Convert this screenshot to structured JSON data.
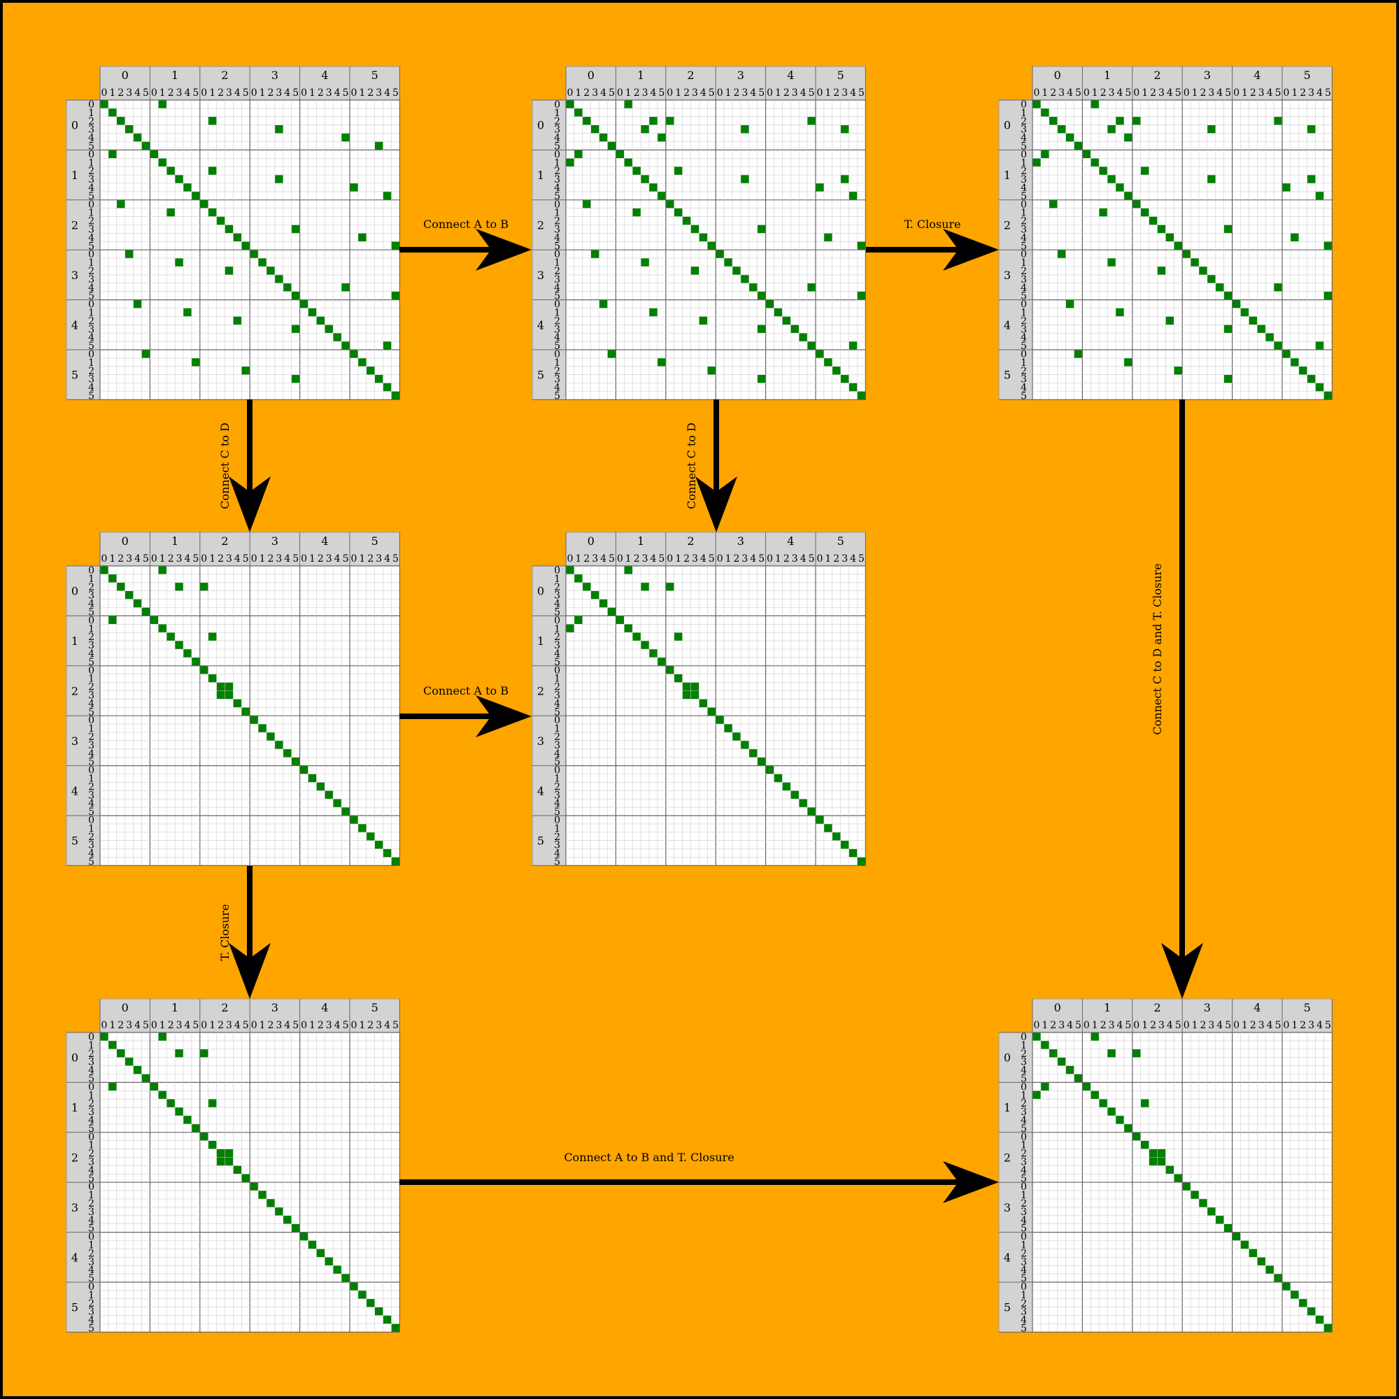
{
  "colors": {
    "background": "#FFA500",
    "border": "#000000",
    "header": "#D3D3D3",
    "filled": "#008000",
    "grid_minor": "#CCCCCC",
    "grid_major": "#666666",
    "arrow": "#000000"
  },
  "matrix_labels": {
    "outer": [
      "0",
      "1",
      "2",
      "3",
      "4",
      "5"
    ],
    "inner": [
      "0",
      "1",
      "2",
      "3",
      "4",
      "5"
    ]
  },
  "matrices": [
    {
      "name": "M1",
      "rows": [
        "100000010000000000000000000000000000",
        "010000000000000000000000000000000000",
        "001000000000010000000000000000000000",
        "000100000000000000000100000000000000",
        "000010000000000000000000000001000000",
        "000001000000000000000000000000000100",
        "010000100000000000000000000000000000",
        "000000010000000000000000000000000000",
        "000000001000010000000000000000000000",
        "000000000100000000000100000000000000",
        "000000000010000000000000000000100000",
        "000000000001000000000000000000000010",
        "001000000000100000000000000000000000",
        "000000001000010000000000000000000000",
        "000000000000001000000000000000000000",
        "000000000000000100000001000000000000",
        "000000000000000010000000000000010000",
        "000000000000000001000000000000000001",
        "000100000000000000100000000000000000",
        "000000000100000000010000000000000000",
        "000000000000000100001000000000000000",
        "000000000000000000000100000000000000",
        "000000000000000000000010000001000000",
        "000000000000000000000001000000000001",
        "000010000000000000000000100000000000",
        "000000000010000000000000010000000000",
        "000000000000000010000000001000000000",
        "000000000000000000000001000100000000",
        "000000000000000000000000000010000000",
        "000000000000000000000000000001000010",
        "000001000000000000000000000000100000",
        "000000000001000000000000000000010000",
        "000000000000000001000000000000001000",
        "000000000000000000000001000000000100",
        "000000000000000000000000000000000010",
        "000000000000000000000000000000000001"
      ]
    },
    {
      "name": "M2",
      "rows": [
        "100000010000000000000000000000000000",
        "010000000000000000000000000000000000",
        "001000000010100000000000000001000000",
        "000100000100000000000100000000000100",
        "000010000001000000000000000000000000",
        "000001000000000000000000000000000000",
        "010000100000000000000000000000000000",
        "100000010000000000000000000000000000",
        "000000001000010000000000000000000000",
        "000000000100000000000100000000000100",
        "000000000010000000000000000000100000",
        "000000000001000000000000000000000010",
        "001000000000100000000000000000000000",
        "000000001000010000000000000000000000",
        "000000000000001000000000000000000000",
        "000000000000000100000001000000000000",
        "000000000000000010000000000000010000",
        "000000000000000001000000000000000001",
        "000100000000000000100000000000000000",
        "000000000100000000010000000000000000",
        "000000000000000100001000000000000000",
        "000000000000000000000100000000000000",
        "000000000000000000000010000001000000",
        "000000000000000000000001000000000001",
        "000010000000000000000000100000000000",
        "000000000010000000000000010000000000",
        "000000000000000010000000001000000000",
        "000000000000000000000001000100000000",
        "000000000000000000000000000010000000",
        "000000000000000000000000000001000010",
        "000001000000000000000000000000100000",
        "000000000001000000000000000000010000",
        "000000000000000001000000000000001000",
        "000000000000000000000001000000000100",
        "000000000000000000000000000000000010",
        "000000000000000000000000000000000001"
      ]
    },
    {
      "name": "M3",
      "rows": [
        "100000010000000000000000000000000000",
        "010000000000000000000000000000000000",
        "001000000010100000000000000001000000",
        "000100000100000000000100000000000100",
        "000010000001000000000000000000000000",
        "000001000000000000000000000000000000",
        "010000100000000000000000000000000000",
        "100000010000000000000000000000000000",
        "000000001000010000000000000000000000",
        "000000000100000000000100000000000100",
        "000000000010000000000000000000100000",
        "000000000001000000000000000000000010",
        "001000000000100000000000000000000000",
        "000000001000010000000000000000000000",
        "000000000000001000000000000000000000",
        "000000000000000100000001000000000000",
        "000000000000000010000000000000010000",
        "000000000000000001000000000000000001",
        "000100000000000000100000000000000000",
        "000000000100000000010000000000000000",
        "000000000000000100001000000000000000",
        "000000000000000000000100000000000000",
        "000000000000000000000010000001000000",
        "000000000000000000000001000000000001",
        "000010000000000000000000100000000000",
        "000000000010000000000000010000000000",
        "000000000000000010000000001000000000",
        "000000000000000000000001000100000000",
        "000000000000000000000000000010000000",
        "000000000000000000000000000001000010",
        "000001000000000000000000000000100000",
        "000000000001000000000000000000010000",
        "000000000000000001000000000000001000",
        "000000000000000000000001000000000100",
        "000000000000000000000000000000000010",
        "000000000000000000000000000000000001"
      ]
    },
    {
      "name": "M4",
      "rows": [
        "100000010000000000000000000000000000",
        "010000000000000000000000000000000000",
        "001000000100100000000000000000000000",
        "000100000000000000000000000000000000",
        "000010000000000000000000000000000000",
        "000001000000000000000000000000000000",
        "010000100000000000000000000000000000",
        "000000010000000000000000000000000000",
        "000000001000010000000000000000000000",
        "000000000100000000000000000000000000",
        "000000000010000000000000000000000000",
        "000000000001000000000000000000000000",
        "000000000000100000000000000000000000",
        "000000000000010000000000000000000000",
        "000000000000001100000000000000000000",
        "000000000000001100000000000000000000",
        "000000000000000010000000000000000000",
        "000000000000000001000000000000000000",
        "000000000000000000100000000000000000",
        "000000000000000000010000000000000000",
        "000000000000000000001000000000000000",
        "000000000000000000000100000000000000",
        "000000000000000000000010000000000000",
        "000000000000000000000001000000000000",
        "000000000000000000000000100000000000",
        "000000000000000000000000010000000000",
        "000000000000000000000000001000000000",
        "000000000000000000000000000100000000",
        "000000000000000000000000000010000000",
        "000000000000000000000000000001000000",
        "000000000000000000000000000000100000",
        "000000000000000000000000000000010000",
        "000000000000000000000000000000001000",
        "000000000000000000000000000000000100",
        "000000000000000000000000000000000010",
        "000000000000000000000000000000000001"
      ]
    },
    {
      "name": "M5",
      "rows": [
        "100000010000000000000000000000000000",
        "010000000000000000000000000000000000",
        "001000000100100000000000000000000000",
        "000100000000000000000000000000000000",
        "000010000000000000000000000000000000",
        "000001000000000000000000000000000000",
        "010000100000000000000000000000000000",
        "100000010000000000000000000000000000",
        "000000001000010000000000000000000000",
        "000000000100000000000000000000000000",
        "000000000010000000000000000000000000",
        "000000000001000000000000000000000000",
        "000000000000100000000000000000000000",
        "000000000000010000000000000000000000",
        "000000000000001100000000000000000000",
        "000000000000001100000000000000000000",
        "000000000000000010000000000000000000",
        "000000000000000001000000000000000000",
        "000000000000000000100000000000000000",
        "000000000000000000010000000000000000",
        "000000000000000000001000000000000000",
        "000000000000000000000100000000000000",
        "000000000000000000000010000000000000",
        "000000000000000000000001000000000000",
        "000000000000000000000000100000000000",
        "000000000000000000000000010000000000",
        "000000000000000000000000001000000000",
        "000000000000000000000000000100000000",
        "000000000000000000000000000010000000",
        "000000000000000000000000000001000000",
        "000000000000000000000000000000100000",
        "000000000000000000000000000000010000",
        "000000000000000000000000000000001000",
        "000000000000000000000000000000000100",
        "000000000000000000000000000000000010",
        "000000000000000000000000000000000001"
      ]
    },
    {
      "name": "M6",
      "rows": [
        "100000010000000000000000000000000000",
        "010000000000000000000000000000000000",
        "001000000100100000000000000000000000",
        "000100000000000000000000000000000000",
        "000010000000000000000000000000000000",
        "000001000000000000000000000000000000",
        "010000100000000000000000000000000000",
        "000000010000000000000000000000000000",
        "000000001000010000000000000000000000",
        "000000000100000000000000000000000000",
        "000000000010000000000000000000000000",
        "000000000001000000000000000000000000",
        "000000000000100000000000000000000000",
        "000000000000010000000000000000000000",
        "000000000000001100000000000000000000",
        "000000000000001100000000000000000000",
        "000000000000000010000000000000000000",
        "000000000000000001000000000000000000",
        "000000000000000000100000000000000000",
        "000000000000000000010000000000000000",
        "000000000000000000001000000000000000",
        "000000000000000000000100000000000000",
        "000000000000000000000010000000000000",
        "000000000000000000000001000000000000",
        "000000000000000000000000100000000000",
        "000000000000000000000000010000000000",
        "000000000000000000000000001000000000",
        "000000000000000000000000000100000000",
        "000000000000000000000000000010000000",
        "000000000000000000000000000001000000",
        "000000000000000000000000000000100000",
        "000000000000000000000000000000010000",
        "000000000000000000000000000000001000",
        "000000000000000000000000000000000100",
        "000000000000000000000000000000000010",
        "000000000000000000000000000000000001"
      ]
    },
    {
      "name": "M7",
      "rows": [
        "100000010000000000000000000000000000",
        "010000000000000000000000000000000000",
        "001000000100100000000000000000000000",
        "000100000000000000000000000000000000",
        "000010000000000000000000000000000000",
        "000001000000000000000000000000000000",
        "010000100000000000000000000000000000",
        "100000010000000000000000000000000000",
        "000000001000010000000000000000000000",
        "000000000100000000000000000000000000",
        "000000000010000000000000000000000000",
        "000000000001000000000000000000000000",
        "000000000000100000000000000000000000",
        "000000000000010000000000000000000000",
        "000000000000001100000000000000000000",
        "000000000000001100000000000000000000",
        "000000000000000010000000000000000000",
        "000000000000000001000000000000000000",
        "000000000000000000100000000000000000",
        "000000000000000000010000000000000000",
        "000000000000000000001000000000000000",
        "000000000000000000000100000000000000",
        "000000000000000000000010000000000000",
        "000000000000000000000001000000000000",
        "000000000000000000000000100000000000",
        "000000000000000000000000010000000000",
        "000000000000000000000000001000000000",
        "000000000000000000000000000100000000",
        "000000000000000000000000000010000000",
        "000000000000000000000000000001000000",
        "000000000000000000000000000000100000",
        "000000000000000000000000000000010000",
        "000000000000000000000000000000001000",
        "000000000000000000000000000000000100",
        "000000000000000000000000000000000010",
        "000000000000000000000000000000000001"
      ]
    }
  ],
  "arrows": [
    {
      "name": "arrow-connect-a-to-b-top",
      "label": "Connect A to B"
    },
    {
      "name": "arrow-t-closure-top",
      "label": "T. Closure"
    },
    {
      "name": "arrow-connect-c-to-d-left",
      "label": "Connect C to D"
    },
    {
      "name": "arrow-connect-c-to-d-middle",
      "label": "Connect C to D"
    },
    {
      "name": "arrow-connect-c-to-d-and-t-closure",
      "label": "Connect C to D and T. Closure"
    },
    {
      "name": "arrow-connect-a-to-b-middle",
      "label": "Connect A to B"
    },
    {
      "name": "arrow-t-closure-left",
      "label": "T. Closure"
    },
    {
      "name": "arrow-connect-a-to-b-and-t-closure",
      "label": "Connect A to B and T. Closure"
    }
  ]
}
